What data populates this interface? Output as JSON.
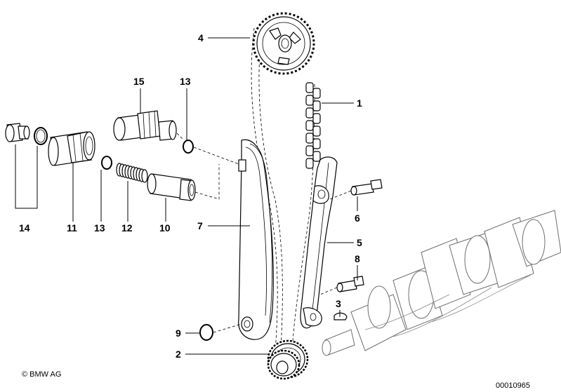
{
  "diagram": {
    "callouts": {
      "c1": "1",
      "c2": "2",
      "c3": "3",
      "c4": "4",
      "c5": "5",
      "c6": "6",
      "c7": "7",
      "c8": "8",
      "c9": "9",
      "c10": "10",
      "c11": "11",
      "c12": "12",
      "c13a": "13",
      "c13b": "13",
      "c14": "14",
      "c15": "15"
    },
    "copyright": "© BMW AG",
    "diagram_number": "00010965"
  }
}
